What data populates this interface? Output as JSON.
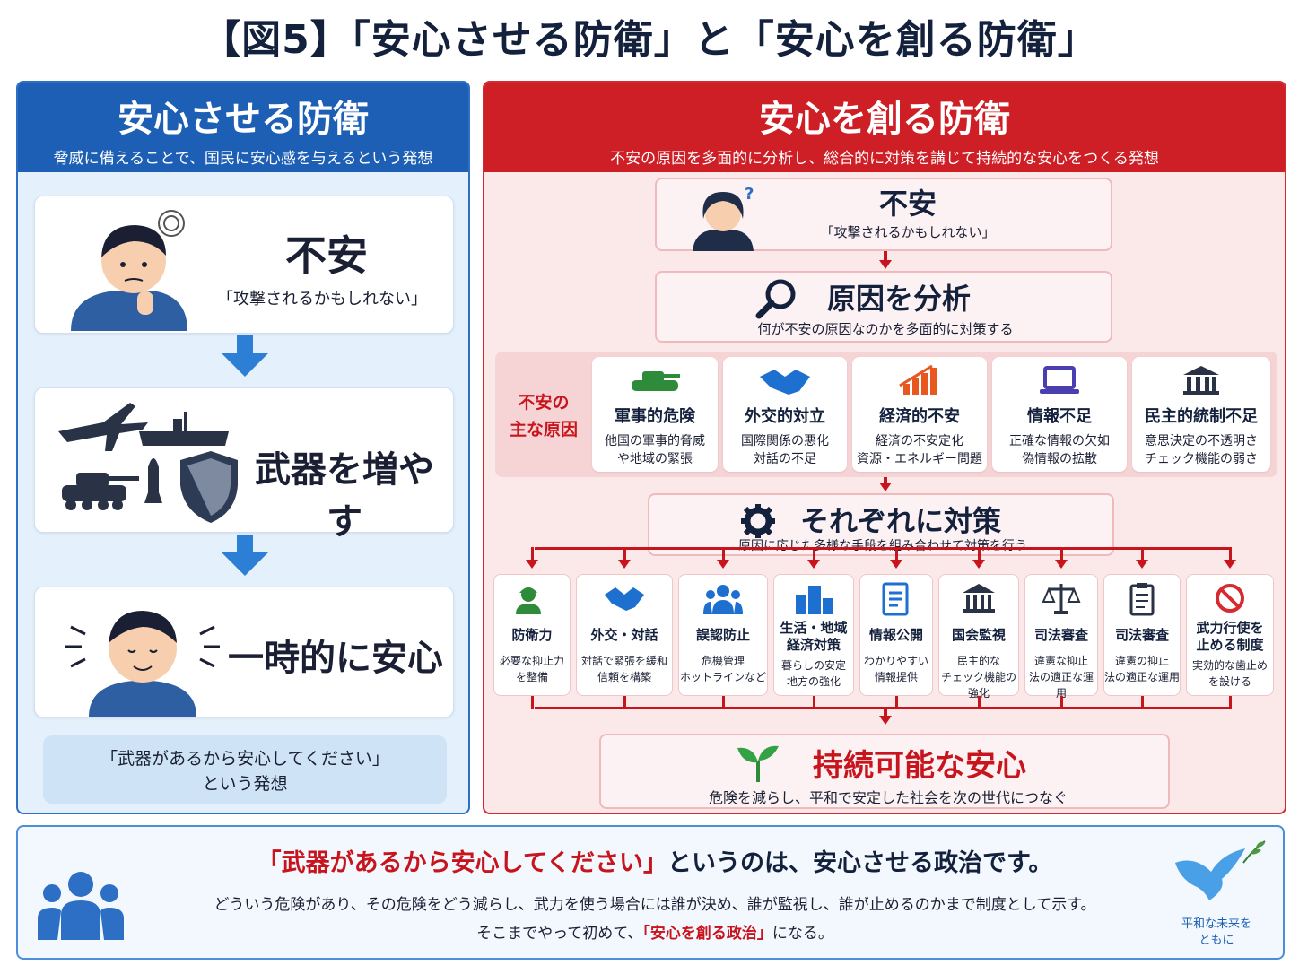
{
  "title": "【図5】「安心させる防衛」と「安心を創る防衛」",
  "left": {
    "heading": "安心させる防衛",
    "subheading": "脅威に備えることで、国民に安心感を与えるという発想",
    "steps": [
      {
        "title": "不安",
        "desc": "「攻撃されるかもしれない」"
      },
      {
        "title": "武器を増やす",
        "desc": ""
      },
      {
        "title": "一時的に安心",
        "desc": ""
      }
    ],
    "note_line1": "「武器があるから安心してください」",
    "note_line2": "という発想"
  },
  "right": {
    "heading": "安心を創る防衛",
    "subheading": "不安の原因を多面的に分析し、総合的に対策を講じて持続的な安心をつくる発想",
    "anxiety": {
      "title": "不安",
      "desc": "「攻撃されるかもしれない」"
    },
    "analysis": {
      "title": "原因を分析",
      "desc": "何が不安の原因なのかを多面的に対策する"
    },
    "causes_label": "不安の\n主な原因",
    "causes": [
      {
        "title": "軍事的危険",
        "desc1": "他国の軍事的脅威",
        "desc2": "や地域の緊張",
        "icon": "tank-icon"
      },
      {
        "title": "外交的対立",
        "desc1": "国際関係の悪化",
        "desc2": "対話の不足",
        "icon": "handshake-icon"
      },
      {
        "title": "経済的不安",
        "desc1": "経済の不安定化",
        "desc2": "資源・エネルギー問題",
        "icon": "chart-icon"
      },
      {
        "title": "情報不足",
        "desc1": "正確な情報の欠如",
        "desc2": "偽情報の拡散",
        "icon": "laptop-icon"
      },
      {
        "title": "民主的統制不足",
        "desc1": "意思決定の不透明さ",
        "desc2": "チェック機能の弱さ",
        "icon": "building-icon"
      }
    ],
    "measures_heading": {
      "title": "それぞれに対策",
      "desc": "原因に応じた多様な手段を組み合わせて対策を行う"
    },
    "measures": [
      {
        "title": "防衛力",
        "desc1": "必要な抑止力",
        "desc2": "を整備",
        "icon": "soldier-icon"
      },
      {
        "title": "外交・対話",
        "desc1": "対話で緊張を緩和",
        "desc2": "信頼を構築",
        "icon": "handshake-icon"
      },
      {
        "title": "誤認防止",
        "desc1": "危機管理",
        "desc2": "ホットラインなど",
        "icon": "people-icon"
      },
      {
        "title": "生活・地域\n経済対策",
        "desc1": "暮らしの安定",
        "desc2": "地方の強化",
        "icon": "city-icon"
      },
      {
        "title": "情報公開",
        "desc1": "わかりやすい",
        "desc2": "情報提供",
        "icon": "document-icon"
      },
      {
        "title": "国会監視",
        "desc1": "民主的な",
        "desc2": "チェック機能の強化",
        "icon": "parliament-icon"
      },
      {
        "title": "司法審査",
        "desc1": "違憲な抑止",
        "desc2": "法の適正な運用",
        "icon": "scales-icon"
      },
      {
        "title": "司法審査",
        "desc1": "違憲の抑止",
        "desc2": "法の適正な運用",
        "icon": "clipboard-icon"
      },
      {
        "title": "武力行使を\n止める制度",
        "desc1": "実効的な歯止め",
        "desc2": "を設ける",
        "icon": "stop-icon"
      }
    ],
    "result": {
      "title": "持続可能な安心",
      "desc": "危険を減らし、平和で安定した社会を次の世代につなぐ"
    }
  },
  "bottom": {
    "line1_red": "「武器があるから安心してください」",
    "line1_rest": "というのは、安心させる政治です。",
    "line2": "どういう危険があり、その危険をどう減らし、武力を使う場合には誰が決め、誰が監視し、誰が止めるのかまで制度として示す。",
    "line3_pre": "そこまでやって初めて、",
    "line3_red": "「安心を創る政治」",
    "line3_post": "になる。",
    "dove_caption1": "平和な未来を",
    "dove_caption2": "ともに"
  },
  "colors": {
    "blue": "#1d5fb5",
    "red": "#cf1f26",
    "navy": "#14213d"
  }
}
